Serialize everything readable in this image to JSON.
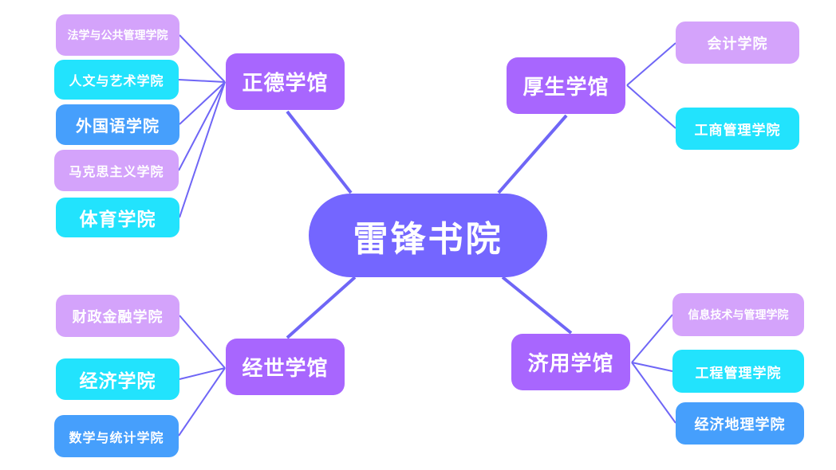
{
  "root": {
    "label": "雷锋书院"
  },
  "halls": [
    {
      "label": "正德学馆",
      "colleges": [
        "法学与公共管理学院",
        "人文与艺术学院",
        "外国语学院",
        "马克思主义学院",
        "体育学院"
      ]
    },
    {
      "label": "厚生学馆",
      "colleges": [
        "会计学院",
        "工商管理学院"
      ]
    },
    {
      "label": "经世学馆",
      "colleges": [
        "财政金融学院",
        "经济学院",
        "数学与统计学院"
      ]
    },
    {
      "label": "济用学馆",
      "colleges": [
        "信息技术与管理学院",
        "工程管理学院",
        "经济地理学院"
      ]
    }
  ],
  "colors": {
    "root": "#7466ff",
    "hall": "#a866fe",
    "lavender": "#d4a3fb",
    "cyan": "#22e3fd",
    "blue": "#469ffc",
    "link": "#6f66f6"
  }
}
